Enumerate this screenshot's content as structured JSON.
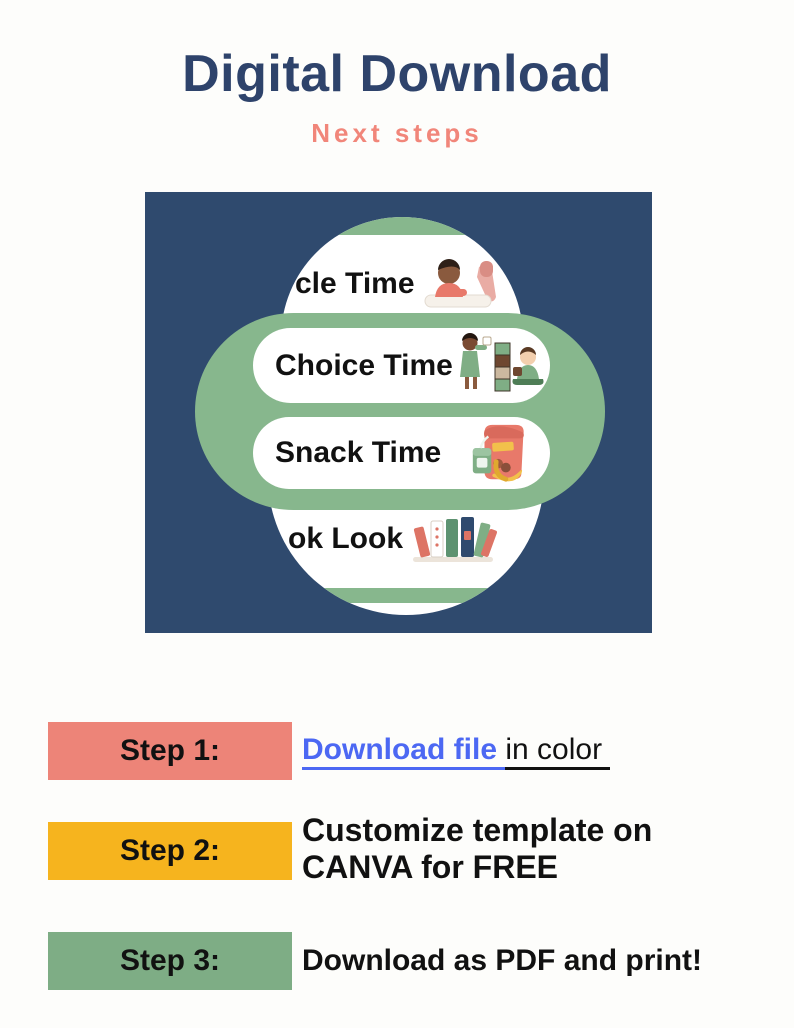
{
  "header": {
    "title": "Digital Download",
    "subtitle": "Next steps"
  },
  "preview": {
    "description": "cropped preview of classroom visual schedule template",
    "rows": [
      {
        "label": "cle Time",
        "icon": "children-at-table-icon"
      },
      {
        "label": "Choice Time",
        "icon": "kids-building-blocks-icon"
      },
      {
        "label": "Snack Time",
        "icon": "snack-bag-icon"
      },
      {
        "label": "ok Look",
        "icon": "books-on-shelf-icon"
      }
    ]
  },
  "steps": {
    "step1": {
      "label": "Step 1:",
      "link_text": "Download file ",
      "rest_text": "in color "
    },
    "step2": {
      "label": "Step 2:",
      "lines": [
        "Customize template on",
        "CANVA for FREE"
      ]
    },
    "step3": {
      "label": "Step 3:",
      "text": "Download as PDF and print!"
    }
  },
  "colors": {
    "title_navy": "#2e436b",
    "subtitle_coral": "#f1867a",
    "preview_navy": "#2f4a6e",
    "sage_green": "#87b78d",
    "step1_salmon": "#ed8478",
    "step2_amber": "#f6b41e",
    "step3_green": "#7ead85",
    "link_blue": "#4c68f3"
  }
}
